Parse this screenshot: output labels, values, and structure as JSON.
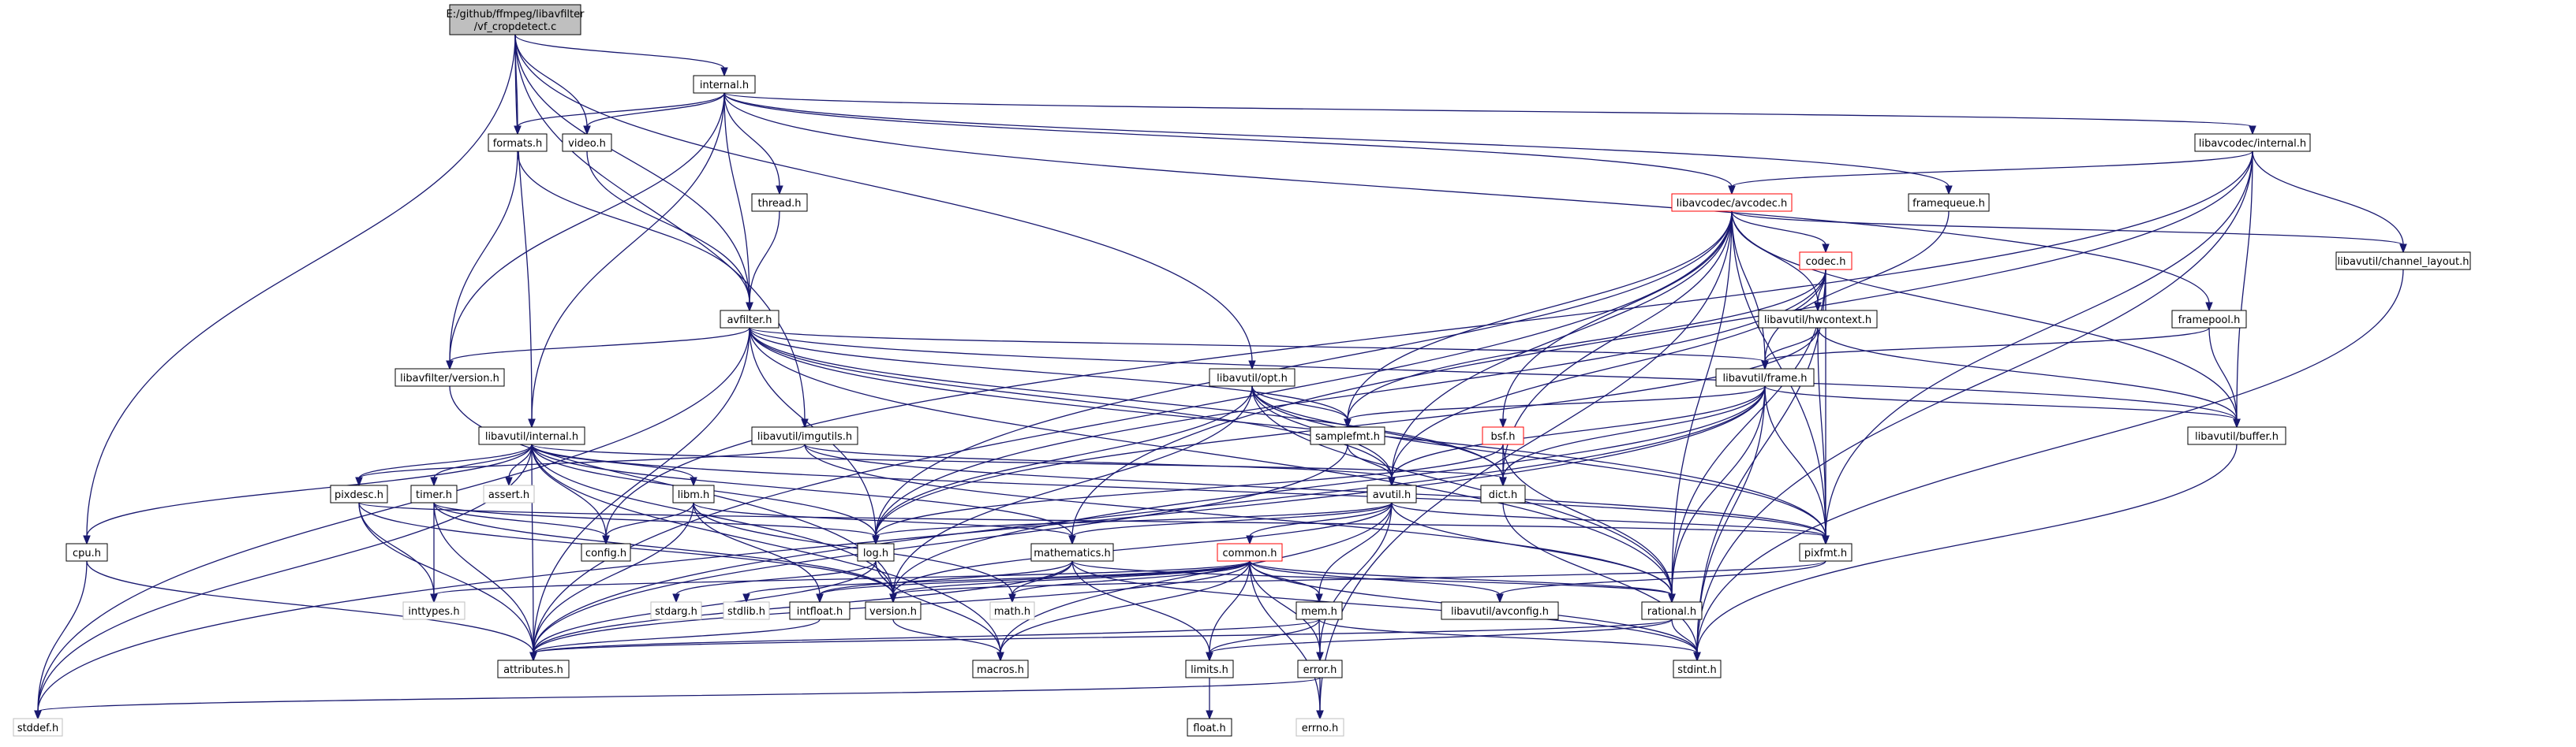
{
  "diagram": {
    "root": {
      "line1": "E:/github/ffmpeg/libavfilter",
      "line2": "/vf_cropdetect.c"
    },
    "colors": {
      "root_fill": "#bfbfbf",
      "normal_border": "#000000",
      "truncated_border": "#ff0000",
      "system_border": "#bfbfbf",
      "edge": "#191970",
      "text": "#000000",
      "background": "#ffffff"
    },
    "nodes": {
      "internal_h": "internal.h",
      "formats_h": "formats.h",
      "video_h": "video.h",
      "thread_h": "thread.h",
      "avfilter_h": "avfilter.h",
      "avfilter_version_h": "libavfilter/version.h",
      "avutil_internal_h": "libavutil/internal.h",
      "avutil_imgutils_h": "libavutil/imgutils.h",
      "avutil_opt_h": "libavutil/opt.h",
      "samplefmt_h": "samplefmt.h",
      "bsf_h": "bsf.h",
      "avcodec_internal_h": "libavcodec/internal.h",
      "avcodec_avcodec_h": "libavcodec/avcodec.h",
      "framequeue_h": "framequeue.h",
      "codec_h": "codec.h",
      "hwcontext_h": "libavutil/hwcontext.h",
      "channel_layout_h": "libavutil/channel_layout.h",
      "framepool_h": "framepool.h",
      "frame_h": "libavutil/frame.h",
      "buffer_h": "libavutil/buffer.h",
      "dict_h": "dict.h",
      "avutil_h": "avutil.h",
      "pixdesc_h": "pixdesc.h",
      "timer_h": "timer.h",
      "assert_h": "assert.h",
      "libm_h": "libm.h",
      "cpu_h": "cpu.h",
      "config_h": "config.h",
      "log_h": "log.h",
      "mathematics_h": "mathematics.h",
      "common_h": "common.h",
      "pixfmt_h": "pixfmt.h",
      "inttypes_h": "inttypes.h",
      "stdarg_h": "stdarg.h",
      "stdlib_h": "stdlib.h",
      "intfloat_h": "intfloat.h",
      "version_h": "version.h",
      "math_h": "math.h",
      "mem_h": "mem.h",
      "avconfig_h": "libavutil/avconfig.h",
      "rational_h": "rational.h",
      "attributes_h": "attributes.h",
      "macros_h": "macros.h",
      "limits_h": "limits.h",
      "error_h": "error.h",
      "stdint_h": "stdint.h",
      "stddef_h": "stddef.h",
      "float_h": "float.h",
      "errno_h": "errno.h"
    }
  }
}
